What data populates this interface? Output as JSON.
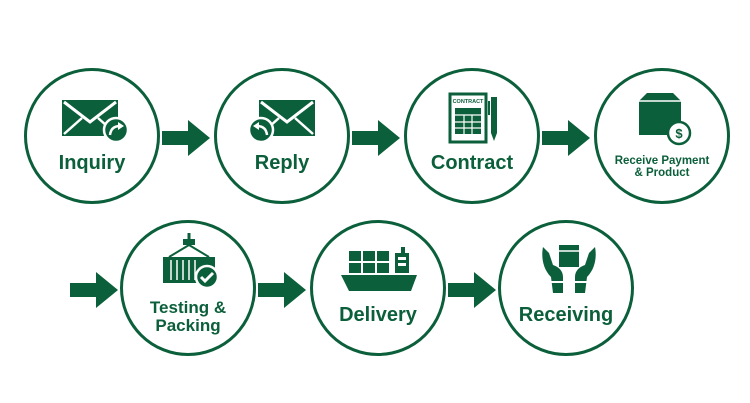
{
  "colors": {
    "primary": "#0b5f3a",
    "background": "#ffffff"
  },
  "process": {
    "steps": [
      {
        "label": "Inquiry",
        "icon": "envelope-forward-icon"
      },
      {
        "label": "Reply",
        "icon": "envelope-reply-icon"
      },
      {
        "label": "Contract",
        "icon": "contract-document-icon",
        "icon_text": "CONTRACT"
      },
      {
        "label": "Receive Payment\n& Product",
        "icon": "box-payment-icon",
        "icon_text": "$"
      },
      {
        "label": "Testing &\nPacking",
        "icon": "container-check-icon"
      },
      {
        "label": "Delivery",
        "icon": "cargo-ship-icon"
      },
      {
        "label": "Receiving",
        "icon": "hands-box-icon"
      }
    ],
    "connectors": [
      {
        "from": "Inquiry",
        "to": "Reply"
      },
      {
        "from": "Reply",
        "to": "Contract"
      },
      {
        "from": "Contract",
        "to": "Receive Payment\n& Product"
      },
      {
        "from": "Receive Payment\n& Product",
        "to": "Testing &\nPacking"
      },
      {
        "from": "Testing &\nPacking",
        "to": "Delivery"
      },
      {
        "from": "Delivery",
        "to": "Receiving"
      }
    ]
  }
}
